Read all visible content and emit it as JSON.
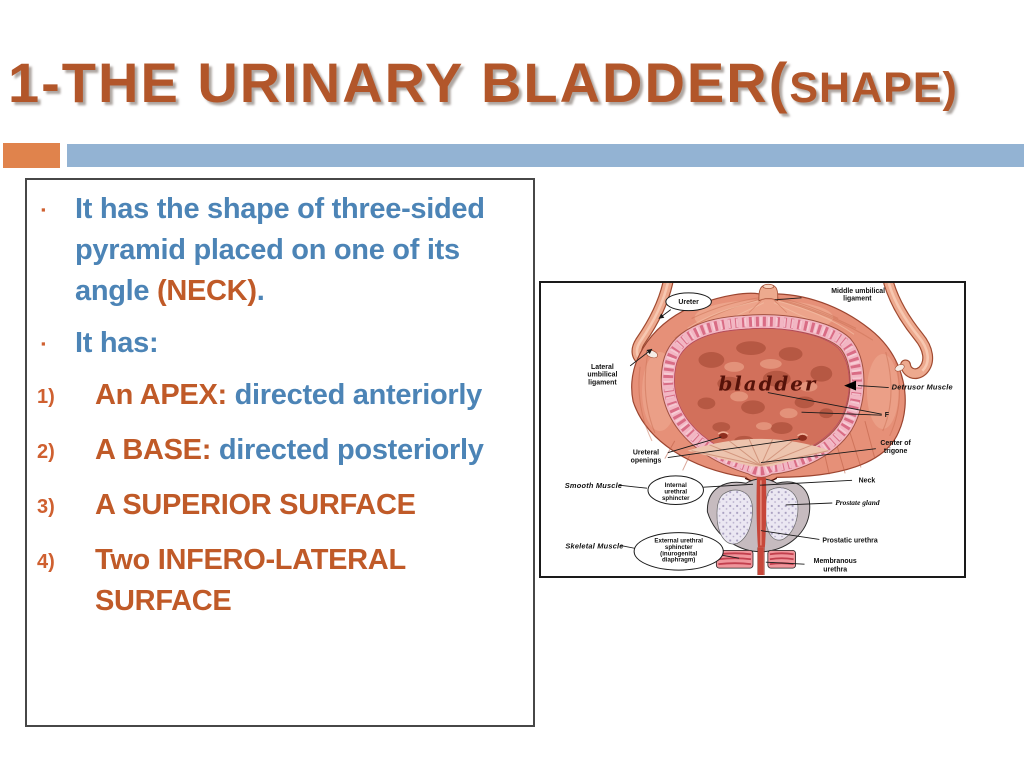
{
  "slide": {
    "title": {
      "main": "1-THE URINARY BLADDER(",
      "sub": "SHAPE)"
    },
    "theme": {
      "title_orange": "#b2562a",
      "accent_square_orange": "#e0834c",
      "accent_bar_blue": "#93b3d3",
      "body_blue": "#4c84b6",
      "body_orange": "#c05a28"
    },
    "list": {
      "items": [
        {
          "marker": "▪",
          "mcls": "marker sq",
          "segments": [
            {
              "text": "It has the shape of three-sided pyramid placed on one of its angle ",
              "cls": "blue"
            },
            {
              "text": "(NECK)",
              "cls": "orange"
            },
            {
              "text": ".",
              "cls": "blue"
            }
          ]
        },
        {
          "marker": "▪",
          "mcls": "marker sq",
          "segments": [
            {
              "text": "It has:",
              "cls": "blue"
            }
          ]
        },
        {
          "marker": "1)",
          "mcls": "marker num",
          "segments": [
            {
              "text": "An APEX:",
              "cls": "orange"
            },
            {
              "text": " directed anteriorly",
              "cls": "blue"
            }
          ]
        },
        {
          "marker": "2)",
          "mcls": "marker num",
          "segments": [
            {
              "text": "A BASE:",
              "cls": "orange"
            },
            {
              "text": " directed posteriorly",
              "cls": "blue"
            }
          ]
        },
        {
          "marker": "3)",
          "mcls": "marker num",
          "segments": [
            {
              "text": "A SUPERIOR SURFACE",
              "cls": "orange"
            }
          ]
        },
        {
          "marker": "4)",
          "mcls": "marker num",
          "segments": [
            {
              "text": "Two INFERO-LATERAL SURFACE",
              "cls": "orange"
            }
          ]
        }
      ]
    },
    "diagram": {
      "labels": {
        "ureter": "Ureter",
        "middle_umbilical": {
          "l1": "Middle umbilical",
          "l2": "ligament"
        },
        "lateral_umbilical": {
          "l1": "Lateral",
          "l2": "umbilical",
          "l3": "ligament"
        },
        "bladder": "bladder",
        "detrusor": "Detrusor Muscle",
        "f": "F",
        "ureteral_openings": {
          "l1": "Ureteral",
          "l2": "openings"
        },
        "center_trigone": {
          "l1": "Center of",
          "l2": "trigone"
        },
        "smooth_muscle": "Smooth Muscle",
        "internal_sphincter": {
          "l1": "Internal",
          "l2": "urethral",
          "l3": "sphincter"
        },
        "neck": "Neck",
        "prostate_gland": "Prostate gland",
        "skeletal_muscle": "Skeletal Muscle",
        "external_sphincter": {
          "l1": "External urethral",
          "l2": "sphincter",
          "l3": "(inurogenital",
          "l4": "diaphragm)"
        },
        "prostatic_urethra": "Prostatic urethra",
        "membranous_urethra": {
          "l1": "Membranous",
          "l2": "urethra"
        }
      }
    }
  }
}
